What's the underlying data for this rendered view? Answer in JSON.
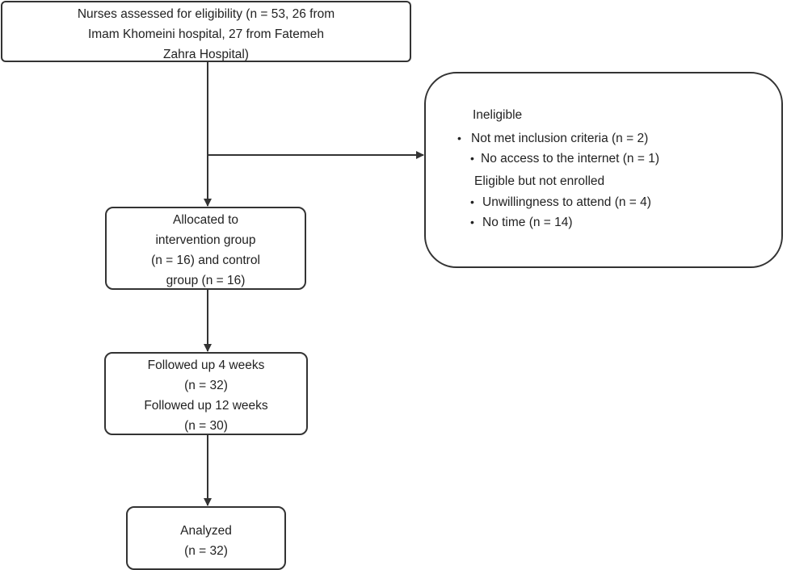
{
  "diagram": {
    "eligibility": {
      "lines": [
        "Nurses assessed for eligibility (n = 53, 26 from",
        "Imam Khomeini hospital, 27 from Fatemeh",
        "Zahra Hospital)"
      ]
    },
    "exclusion": {
      "ineligible_heading": "Ineligible",
      "not_met": "Not met inclusion criteria (n = 2)",
      "no_access": "No access to the internet (n = 1)",
      "eligible_not_enrolled_heading": "Eligible but not enrolled",
      "unwilling": "Unwillingness to attend (n = 4)",
      "no_time": "No time (n = 14)",
      "bullet_glyph": "•"
    },
    "allocated": {
      "lines": [
        "Allocated to",
        "intervention group",
        "(n = 16) and control",
        "group (n = 16)"
      ]
    },
    "followup": {
      "lines": [
        "Followed up 4 weeks",
        "(n = 32)",
        "Followed up 12 weeks",
        "(n = 30)"
      ]
    },
    "analyzed": {
      "lines": [
        "Analyzed",
        "(n = 32)"
      ]
    }
  }
}
